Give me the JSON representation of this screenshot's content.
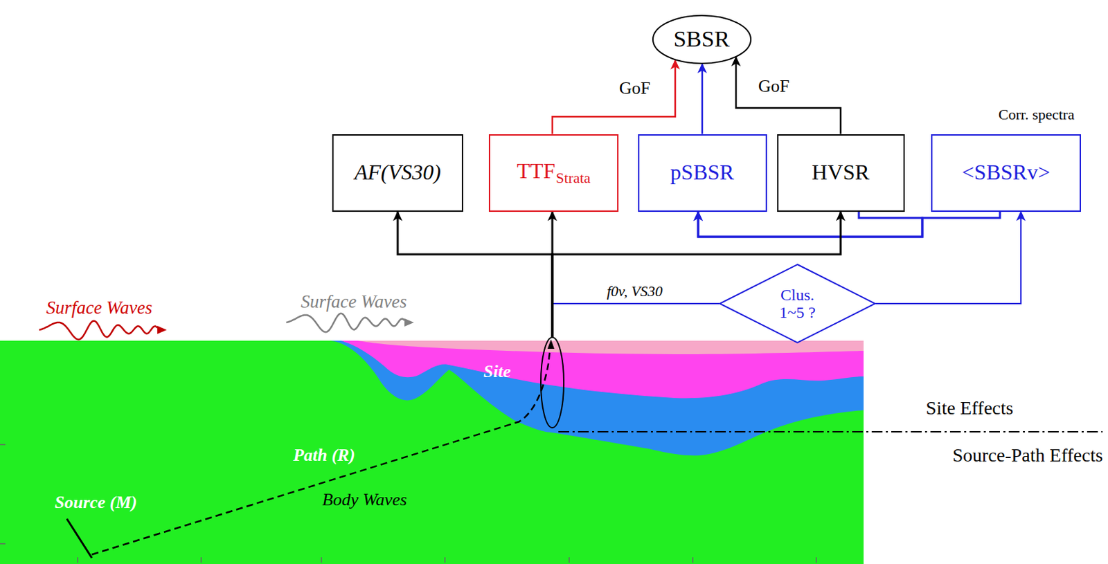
{
  "diagram": {
    "nodes": [
      {
        "text": [
          "SBSR"
        ]
      },
      {
        "text": [
          "AF(VS30)"
        ]
      },
      {
        "text": [
          "TTF",
          "Strata"
        ]
      },
      {
        "text": [
          "pSBSR"
        ]
      },
      {
        "text": [
          "HVSR"
        ]
      },
      {
        "text": [
          "<SBSRv>"
        ]
      },
      {
        "text": [
          "Clus. 1~5 ?"
        ]
      },
      {
        "text": [
          "Site"
        ]
      }
    ],
    "edges": [
      {
        "from": 2,
        "to": 0,
        "label": "GoF",
        "arrow": "to"
      },
      {
        "from": 3,
        "to": 0,
        "arrow": "to"
      },
      {
        "from": 4,
        "to": 0,
        "label": "GoF",
        "arrow": "to"
      },
      {
        "from": 7,
        "to": 1,
        "arrow": "to"
      },
      {
        "from": 7,
        "to": 2,
        "arrow": "to"
      },
      {
        "from": 7,
        "to": 4,
        "arrow": "to"
      },
      {
        "from": 4,
        "to": 3,
        "arrow": "to"
      },
      {
        "from": 5,
        "to": 3,
        "arrow": "to"
      },
      {
        "from": 7,
        "to": 6,
        "label": "f0v, VS30",
        "arrow": "none"
      },
      {
        "from": 6,
        "to": 5,
        "arrow": "to"
      }
    ],
    "labels": [
      "Corr. spectra",
      "Surface Waves",
      "Surface Waves",
      "Path (R)",
      "Source (M)",
      "Body Waves",
      "Site Effects",
      "Source-Path Effects"
    ]
  }
}
